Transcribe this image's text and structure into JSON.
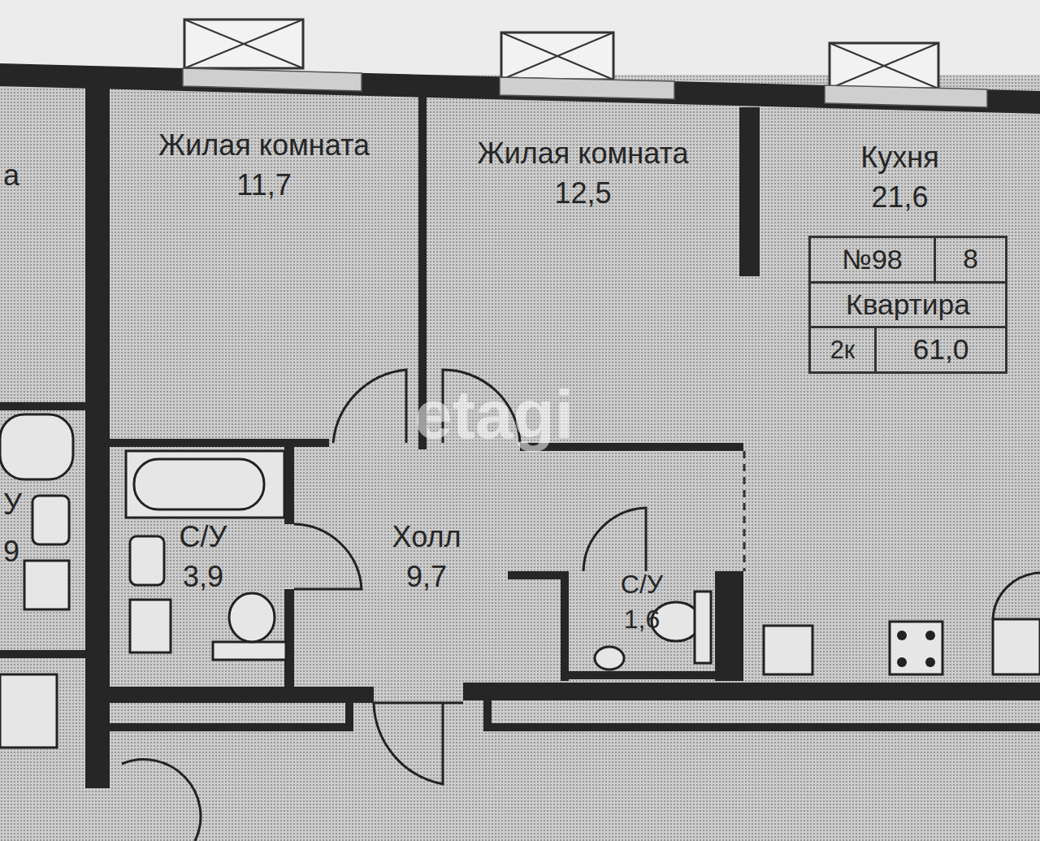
{
  "diagram": {
    "nodes": [
      {
        "text": [
          "Жилая комната",
          "11,7"
        ]
      },
      {
        "text": [
          "Жилая комната",
          "12,5"
        ]
      },
      {
        "text": [
          "Кухня",
          "21,6"
        ]
      },
      {
        "text": [
          "№98",
          "8",
          "Квартира",
          "2к",
          "61,0"
        ],
        "in": 2
      },
      {
        "text": [
          "С/У",
          "3,9"
        ]
      },
      {
        "text": [
          "Холл",
          "9,7"
        ]
      },
      {
        "text": [
          "С/У",
          "1,6"
        ]
      }
    ],
    "edges": [],
    "labels": [
      "etagi",
      "а",
      "У",
      "9"
    ]
  }
}
